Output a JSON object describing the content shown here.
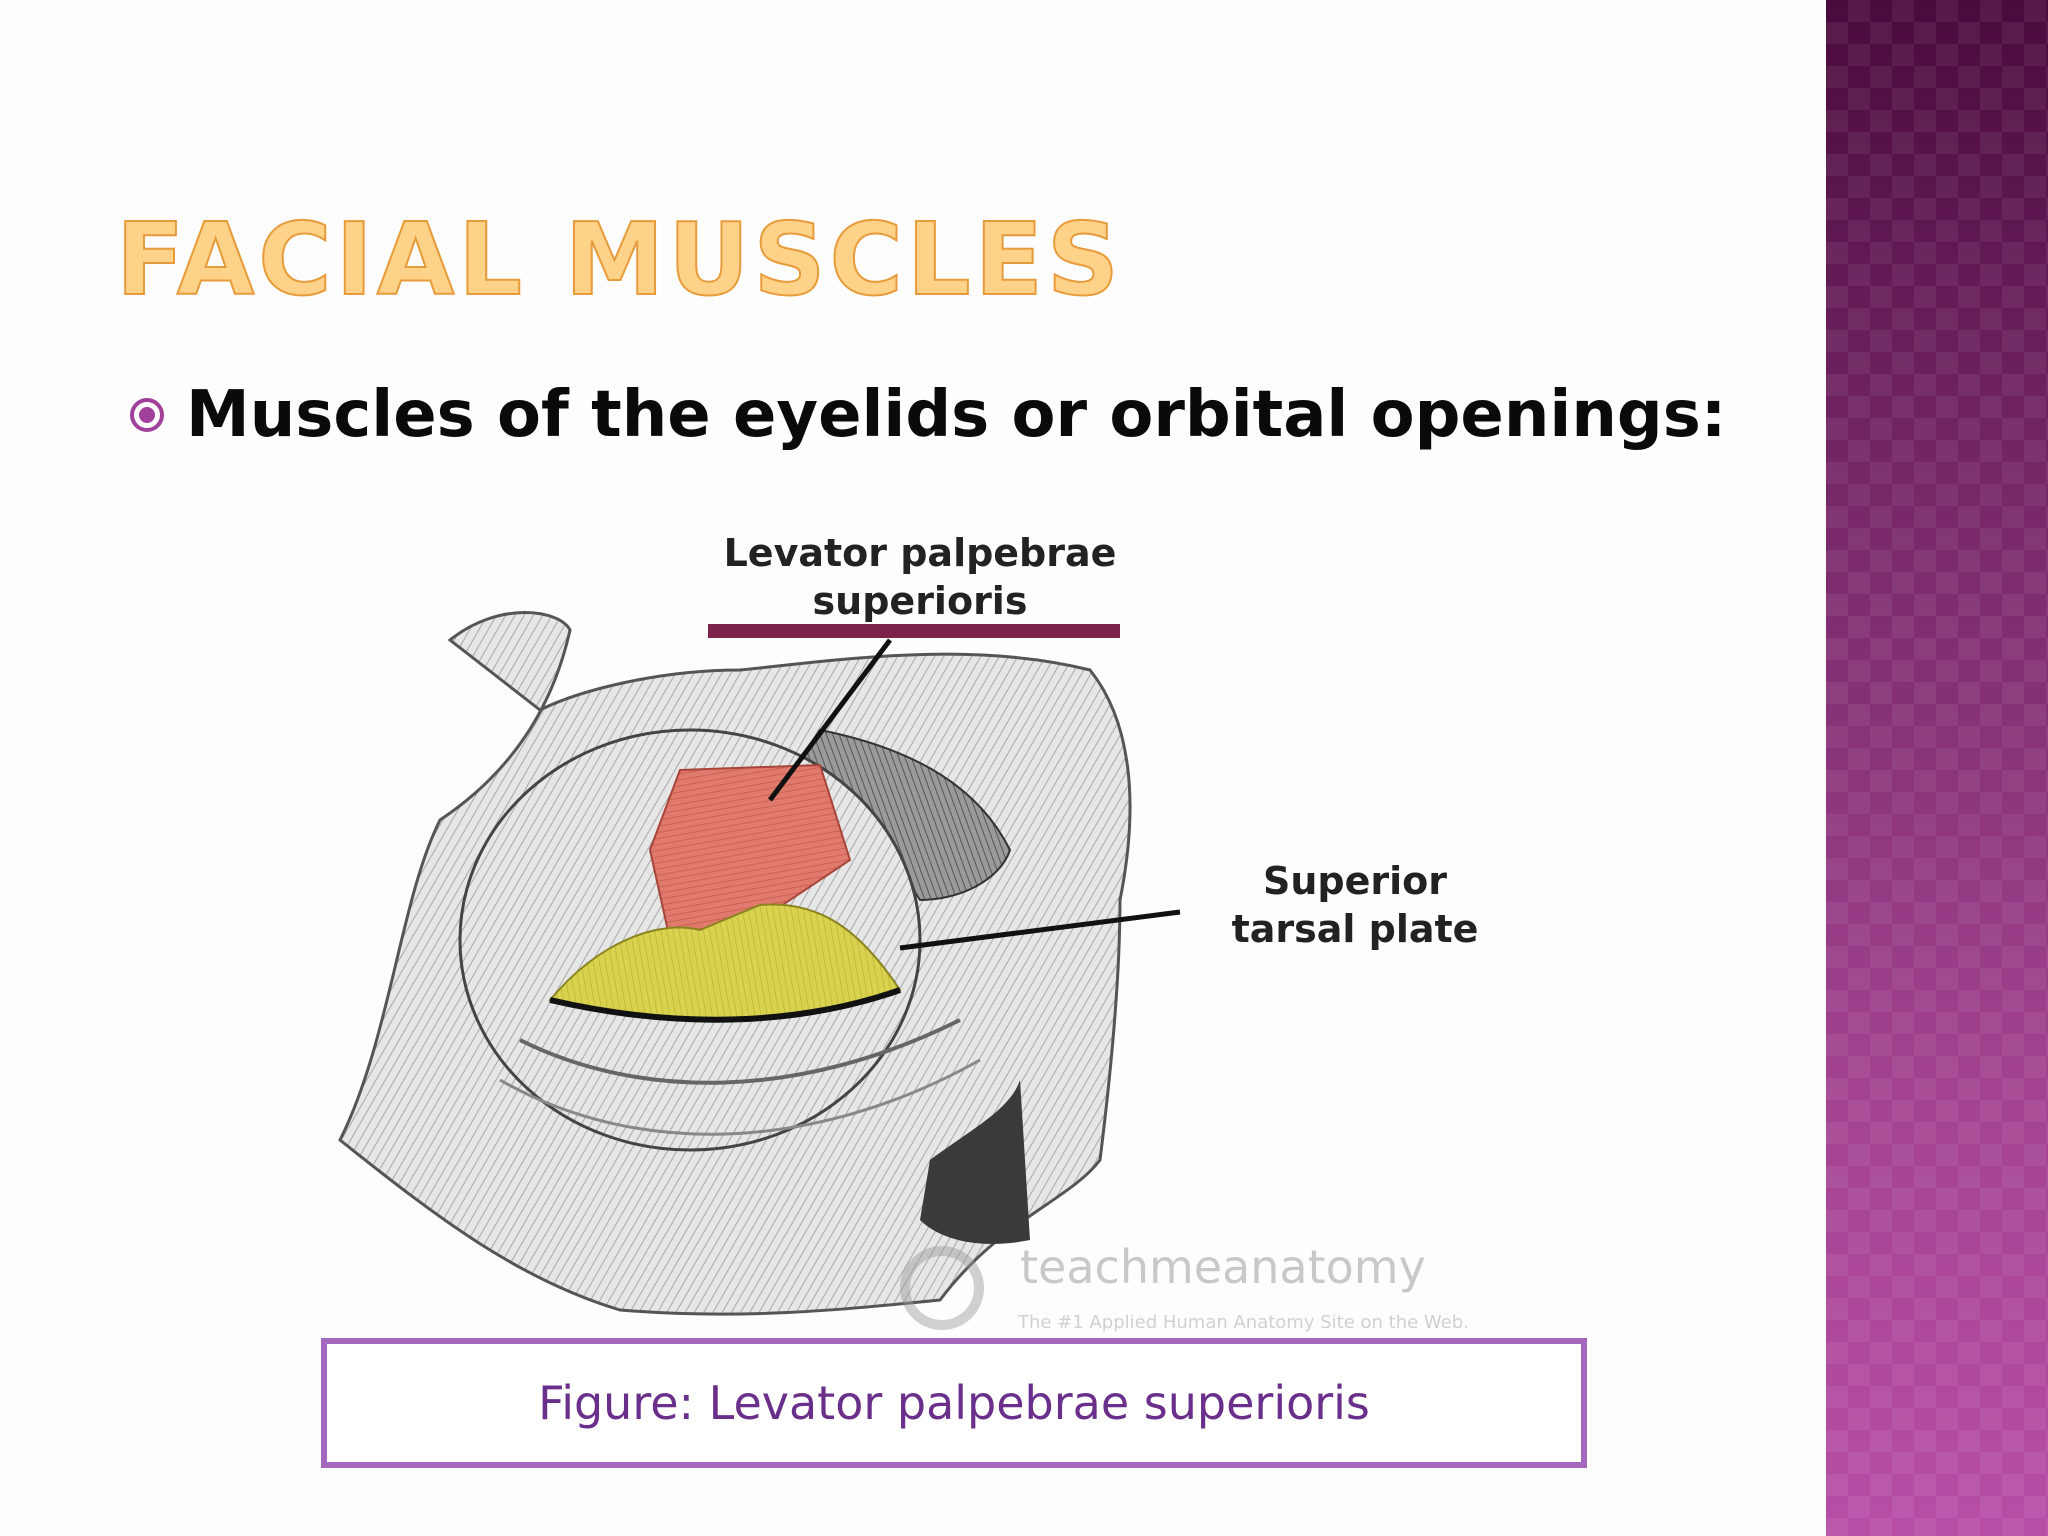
{
  "slide": {
    "title": "FACIAL MUSCLES",
    "bullet": "Muscles of the eyelids or orbital openings:",
    "figure": {
      "label_levator": "Levator palpebrae superioris",
      "label_tarsal": "Superior tarsal plate",
      "watermark_name": "teachmeanatomy",
      "watermark_tagline": "The #1 Applied Human Anatomy Site on the Web.",
      "caption": "Figure: Levator palpebrae superioris"
    }
  },
  "colors": {
    "title_fill": "#ffd28a",
    "title_outline": "#e79b3a",
    "bullet_icon": "#a0409a",
    "side_band": "#8a2f7a",
    "levator_muscle": "#e07a6c",
    "tarsal_plate": "#d8d24e",
    "underline": "#7b2349",
    "caption_border": "#a468bf",
    "caption_text": "#6a2f8a"
  },
  "icons": {
    "bullet": "radio-bullet-icon"
  }
}
